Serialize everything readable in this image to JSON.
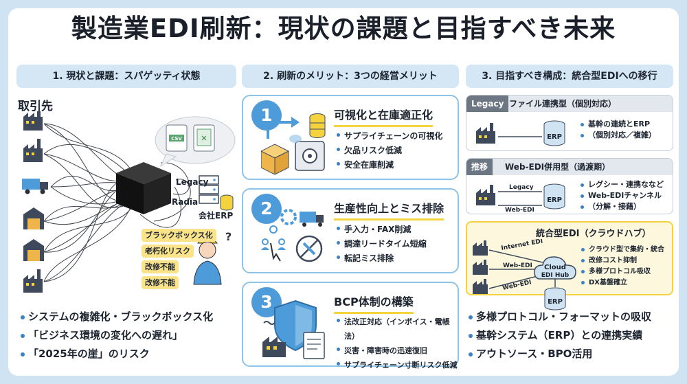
{
  "title": "製造業EDI刷新：現状の課題と目指すべき未来",
  "col1": {
    "header": "1. 現状と課題：スパゲッティ状態",
    "partners_label": "取引先",
    "legacy_label": "Legacy",
    "radia_label": "Radia",
    "erp_label": "会社ERP",
    "csv_label": "CSV",
    "problems": [
      "ブラックボックス化",
      "老朽化リスク",
      "改修不能",
      "改修不能"
    ],
    "summary": [
      "システムの複雑化・ブラックボックス化",
      "「ビジネス環境の変化への遅れ」",
      "「2025年の崖」のリスク"
    ]
  },
  "col2": {
    "header": "2. 刷新のメリット：3つの経営メリット",
    "cards": [
      {
        "num": "1",
        "title": "可視化と在庫適正化",
        "items": [
          "サプライチェーンの可視化",
          "欠品リスク低減",
          "安全在庫削減"
        ]
      },
      {
        "num": "2",
        "title": "生産性向上とミス排除",
        "items": [
          "手入力・FAX削減",
          "調達リードタイム短縮",
          "転記ミス排除"
        ]
      },
      {
        "num": "3",
        "title": "BCP体制の構築",
        "items": [
          "法改正対応（インボイス・電帳法）",
          "災害・障害時の迅速復旧",
          "サプライチェーン寸断リスク低減"
        ]
      }
    ]
  },
  "col3": {
    "header": "3. 目指すべき構成：統合型EDIへの移行",
    "sec1": {
      "tag": "Legacy",
      "title": "ファイル連携型（個別対応）",
      "erp": "ERP",
      "items": [
        "基幹の連続とERP",
        "（個別対応／複雑）"
      ]
    },
    "sec2": {
      "tag": "推移",
      "title": "Web-EDI併用型（過渡期）",
      "erp": "ERP",
      "line1": "Legacy",
      "line2": "Web-EDI",
      "items": [
        "レグシー・連携ななど",
        "Web-EDIチャンネル",
        "（分解・接藉）"
      ]
    },
    "sec3": {
      "title": "統合型EDI（クラウドハブ）",
      "hub_line1": "Cloud",
      "hub_line2": "EDI Hub",
      "erp": "ERP",
      "link1": "Internet EDI",
      "link2": "Web-EDI",
      "link3": "Web-EDI",
      "items": [
        "クラウド型で集約・統合",
        "改修コスト抑制",
        "多様プロトコル吸収",
        "DX基盤確立"
      ]
    },
    "summary": [
      "多様プロトコル・フォーマットの吸収",
      "基幹システム（ERP）との連携実績",
      "アウトソース・BPO活用"
    ]
  },
  "colors": {
    "accent": "#4d9bd9",
    "header_bg": "#d5e7f5",
    "highlight": "#fbe38a",
    "page_bg": "#cfe3f3"
  }
}
